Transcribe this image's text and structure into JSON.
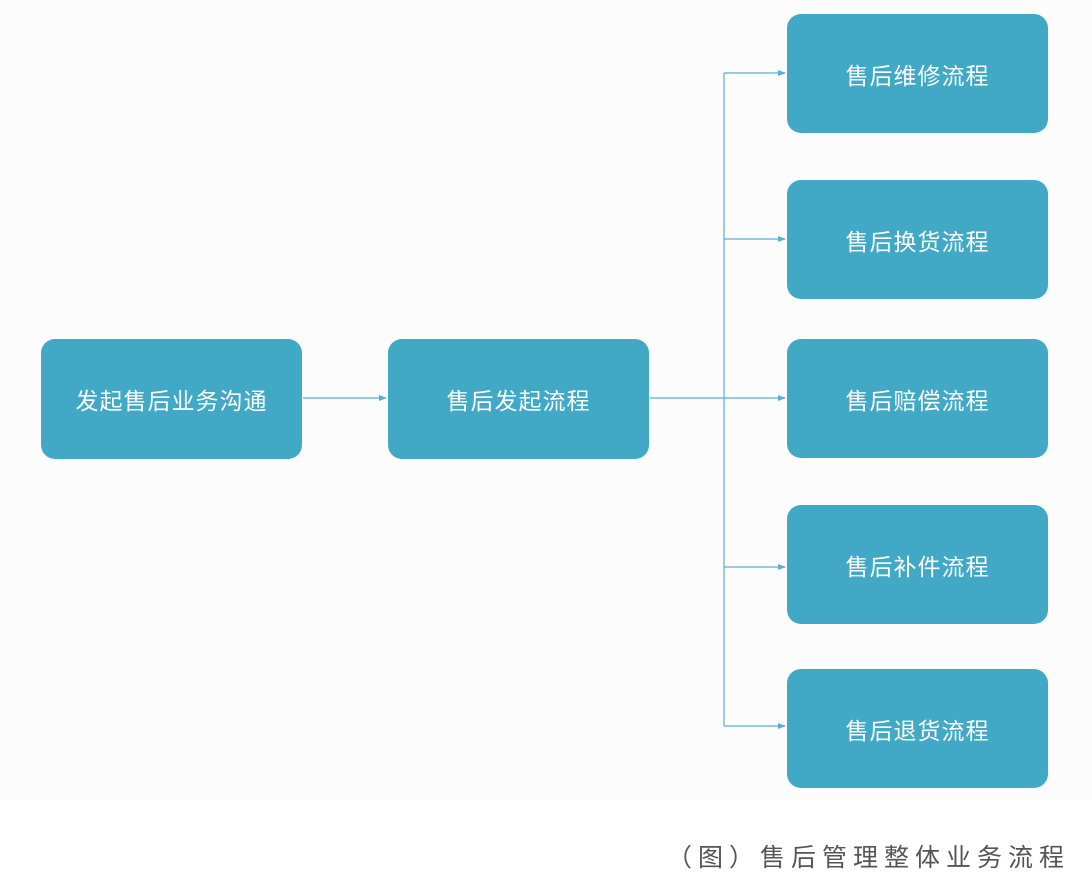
{
  "diagram": {
    "start_node": "发起售后业务沟通",
    "middle_node": "售后发起流程",
    "branches": [
      "售后维修流程",
      "售后换货流程",
      "售后赔偿流程",
      "售后补件流程",
      "售后退货流程"
    ]
  },
  "caption": "（图）售后管理整体业务流程",
  "colors": {
    "node_fill": "#41a9c5",
    "connector": "#5aaed0",
    "canvas_bg": "#fcfcfc",
    "caption_text": "#555555"
  }
}
